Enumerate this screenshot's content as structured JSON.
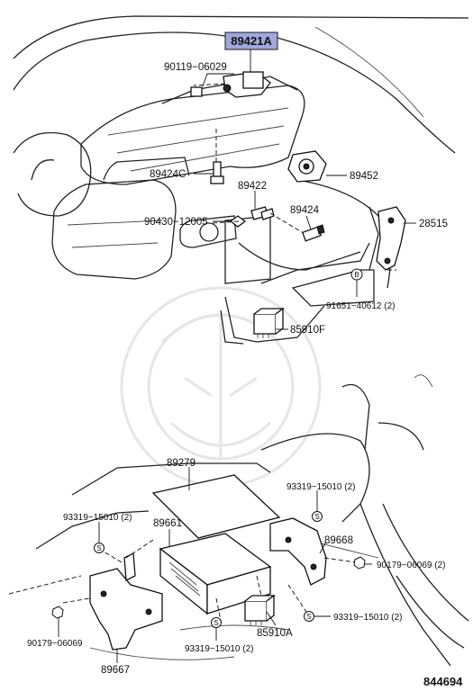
{
  "diagram": {
    "highlighted_label": "89421A",
    "labels": {
      "p90119_06029": "90119−06029",
      "p89424C": "89424C",
      "p89452": "89452",
      "p89422": "89422",
      "p89424": "89424",
      "p28515": "28515",
      "p90430_12005": "90430−12005",
      "p91651_40612": "91651−40612 (2)",
      "p85910F": "85910F",
      "p89279": "89279",
      "p93319_15010_a": "93319−15010 (2)",
      "p93319_15010_b": "93319−15010 (2)",
      "p89661": "89661",
      "p89668": "89668",
      "p90179_06069_r": "90179−06069 (2)",
      "p93319_15010_c": "93319−15010 (2)",
      "p85910A": "85910A",
      "p93319_15010_d": "93319−15010 (2)",
      "p90179_06069_l": "90179−06069",
      "p89667": "89667"
    },
    "symbols": {
      "b": "B",
      "s": "S"
    },
    "diagram_number": "844694",
    "colors": {
      "highlight_fill": "#9fa8dc",
      "highlight_border": "#1a1a1a",
      "line": "#111111"
    }
  }
}
